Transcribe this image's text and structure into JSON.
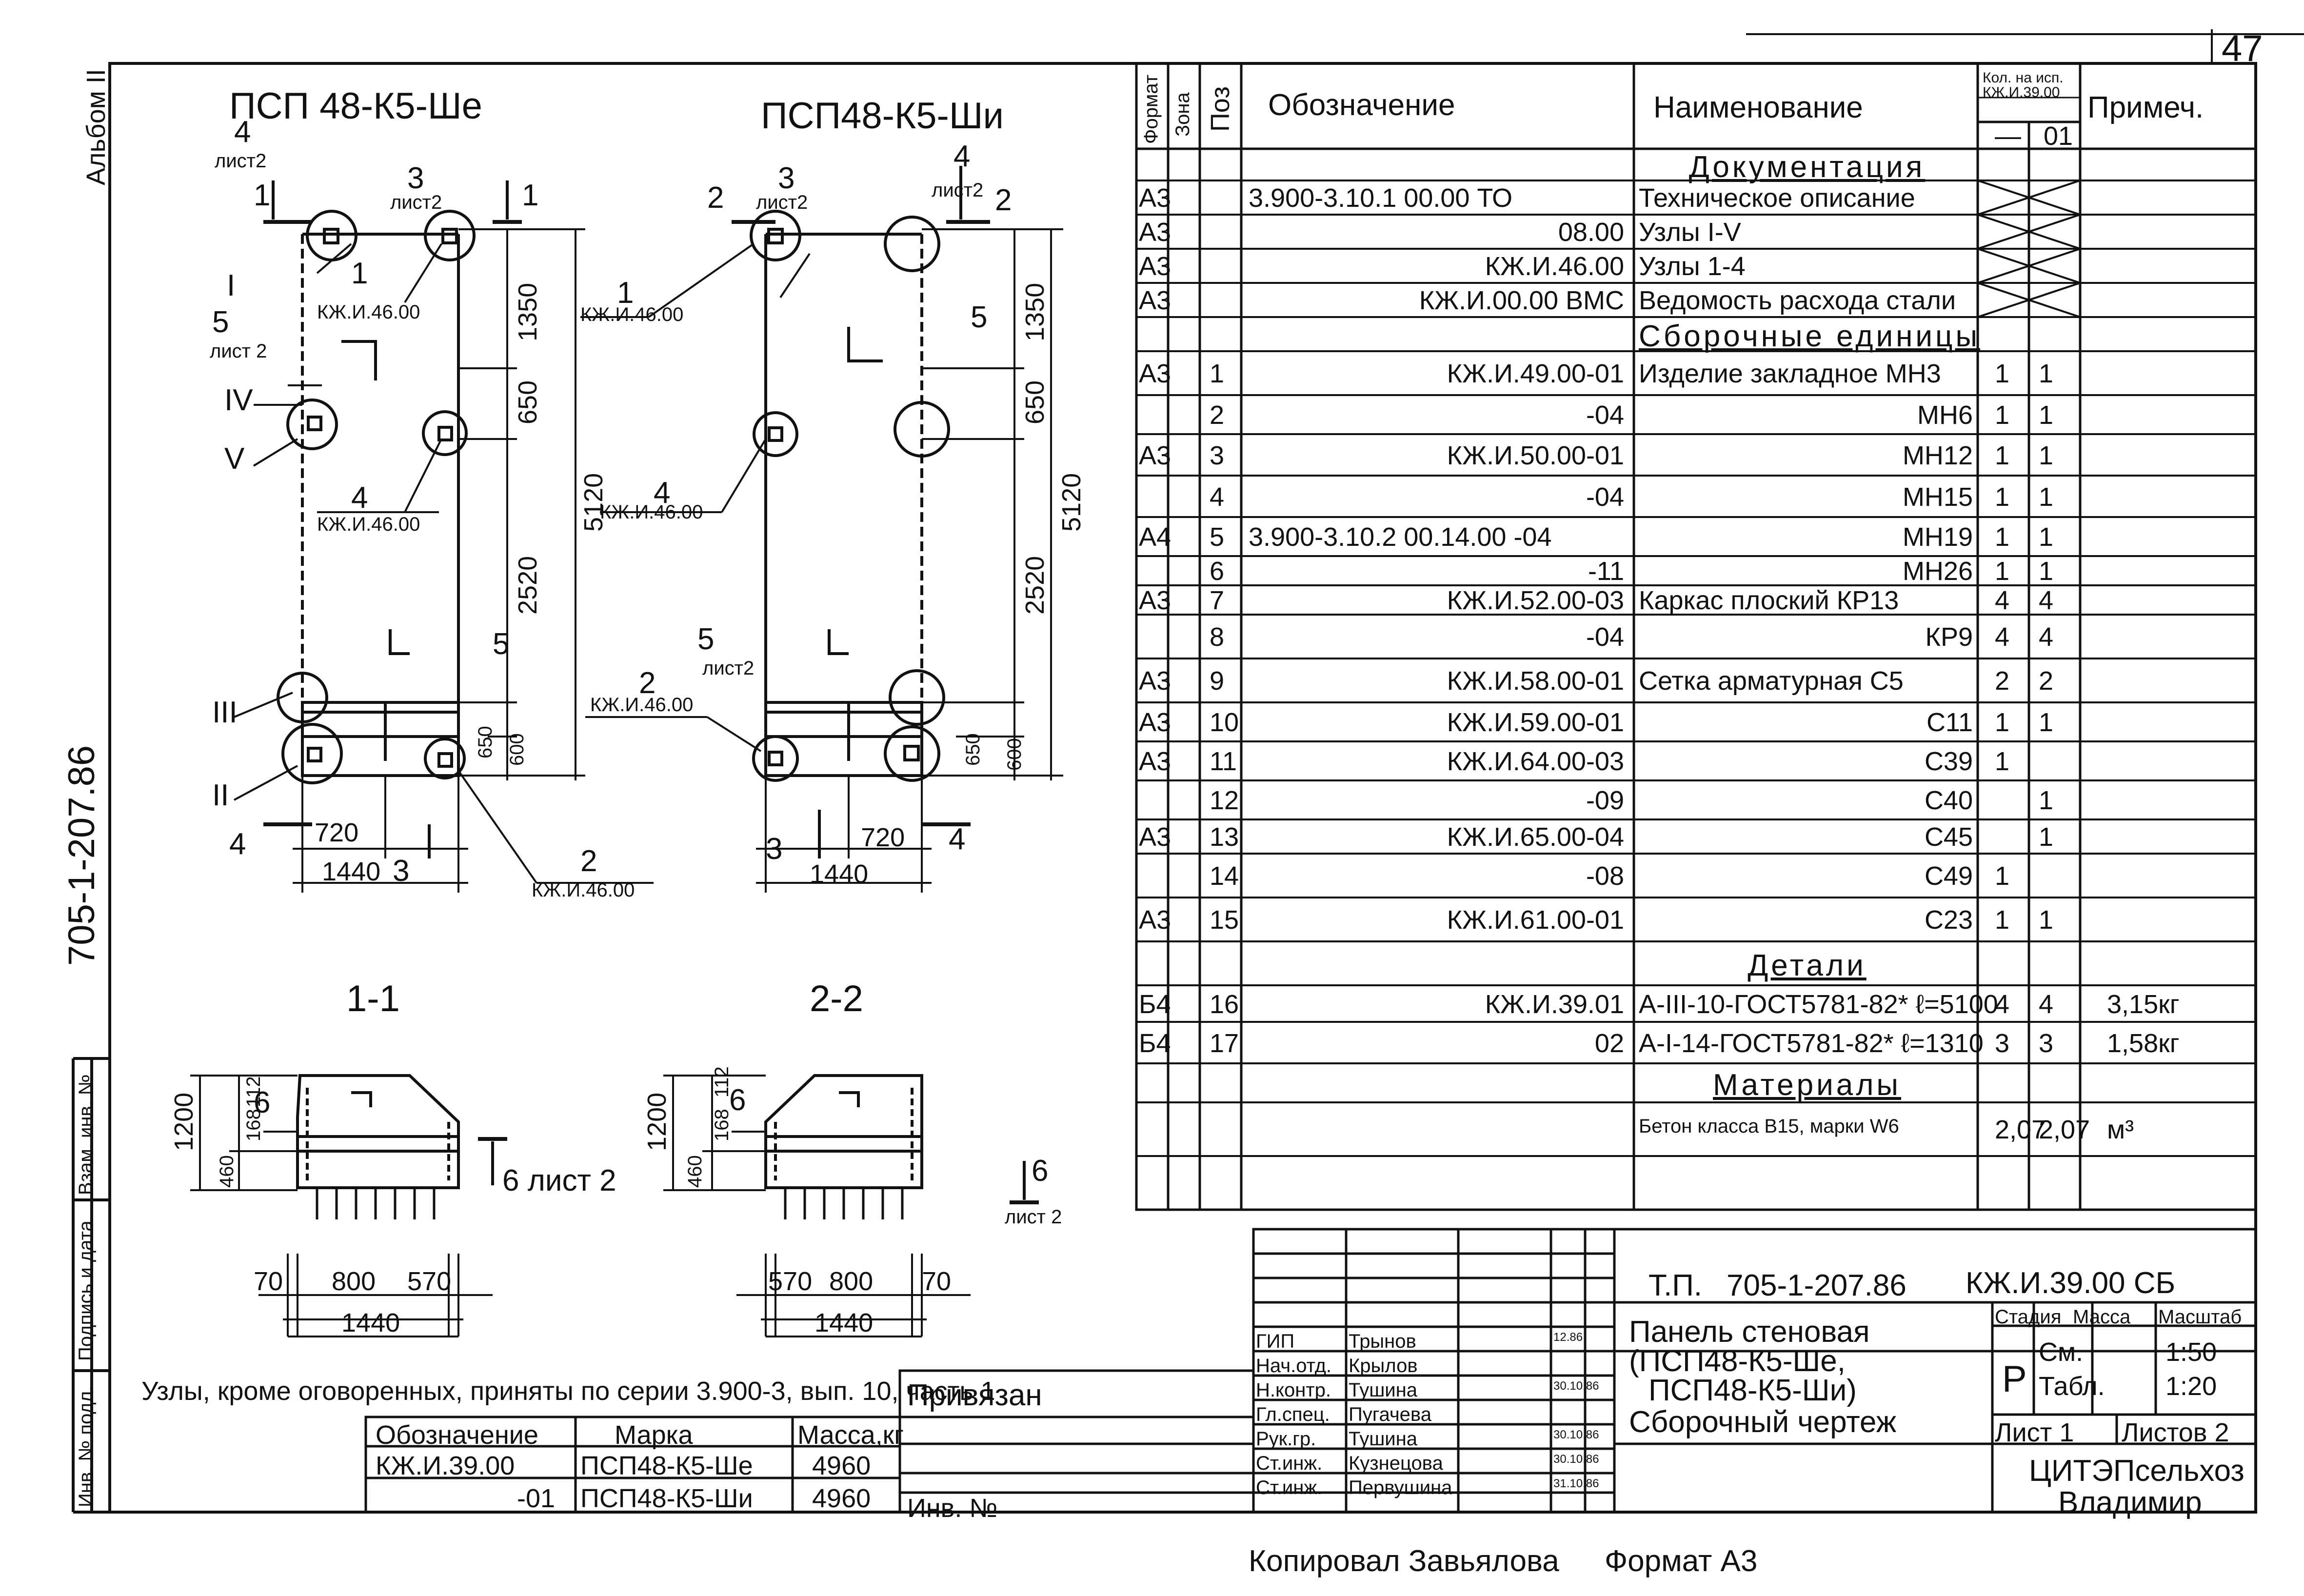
{
  "sheet_number": "47",
  "album": "Альбом II",
  "series_side": "705-1-207.86",
  "views": {
    "left_title": "ПСП 48-К5-Ше",
    "right_title": "ПСП48-К5-Ши",
    "section_1": "1-1",
    "section_2": "2-2",
    "labels": {
      "list2": "лист 2",
      "list2b": "лист2",
      "mark1": "1",
      "mark2": "2",
      "mark3": "3",
      "mark4": "4",
      "mark5": "5",
      "mark6": "6",
      "node_I": "I",
      "node_II": "II",
      "node_III": "III",
      "node_IV": "IV",
      "node_V": "V",
      "ref_46": "КЖ.И.46.00",
      "dims": {
        "d1350": "1350",
        "d650": "650",
        "d5120": "5120",
        "d2520": "2520",
        "d600": "600",
        "d720": "720",
        "d1440": "1440",
        "d1200": "1200",
        "d460": "460",
        "d168": "168",
        "d112": "112",
        "d70": "70",
        "d800": "800",
        "d570": "570"
      },
      "sec6_left": "6 лист 2",
      "sec6_right_a": "6",
      "sec6_right_b": "лист 2"
    }
  },
  "spec": {
    "headers": {
      "format": "Формат",
      "zone": "Зона",
      "pos": "Поз",
      "designation": "Обозначение",
      "name": "Наименование",
      "qty_title": "Кол. на исп.",
      "qty_doc": "КЖ.И.39.00",
      "qty_col1": "—",
      "qty_col2": "01",
      "note": "Примеч."
    },
    "rows": [
      {
        "section": "Документация"
      },
      {
        "fmt": "А3",
        "pos": "",
        "des": "3.900-3.10.1 00.00 ТО",
        "name": "Техническое описание",
        "q1": "",
        "q2": "",
        "note": "",
        "cross": true
      },
      {
        "fmt": "А3",
        "pos": "",
        "des": "08.00",
        "name": "Узлы I-V",
        "q1": "",
        "q2": "",
        "note": "",
        "cross": true
      },
      {
        "fmt": "А3",
        "pos": "",
        "des": "КЖ.И.46.00",
        "name": "Узлы 1-4",
        "q1": "",
        "q2": "",
        "note": "",
        "cross": true
      },
      {
        "fmt": "А3",
        "pos": "",
        "des": "КЖ.И.00.00 ВМС",
        "name": "Ведомость расхода стали",
        "q1": "",
        "q2": "",
        "note": "",
        "cross": true
      },
      {
        "section": "Сборочные единицы"
      },
      {
        "fmt": "А3",
        "pos": "1",
        "des": "КЖ.И.49.00-01",
        "name": "Изделие закладное МН3",
        "q1": "1",
        "q2": "1",
        "note": ""
      },
      {
        "fmt": "",
        "pos": "2",
        "des": "-04",
        "name": "МН6",
        "q1": "1",
        "q2": "1",
        "note": ""
      },
      {
        "fmt": "А3",
        "pos": "3",
        "des": "КЖ.И.50.00-01",
        "name": "МН12",
        "q1": "1",
        "q2": "1",
        "note": ""
      },
      {
        "fmt": "",
        "pos": "4",
        "des": "-04",
        "name": "МН15",
        "q1": "1",
        "q2": "1",
        "note": ""
      },
      {
        "fmt": "А4",
        "pos": "5",
        "des": "3.900-3.10.2 00.14.00 -04",
        "name": "МН19",
        "q1": "1",
        "q2": "1",
        "note": ""
      },
      {
        "fmt": "",
        "pos": "6",
        "des": "-11",
        "name": "МН26",
        "q1": "1",
        "q2": "1",
        "note": ""
      },
      {
        "fmt": "А3",
        "pos": "7",
        "des": "КЖ.И.52.00-03",
        "name": "Каркас плоский КР13",
        "q1": "4",
        "q2": "4",
        "note": ""
      },
      {
        "fmt": "",
        "pos": "8",
        "des": "-04",
        "name": "КР9",
        "q1": "4",
        "q2": "4",
        "note": ""
      },
      {
        "fmt": "А3",
        "pos": "9",
        "des": "КЖ.И.58.00-01",
        "name": "Сетка арматурная С5",
        "q1": "2",
        "q2": "2",
        "note": ""
      },
      {
        "fmt": "А3",
        "pos": "10",
        "des": "КЖ.И.59.00-01",
        "name": "С11",
        "q1": "1",
        "q2": "1",
        "note": ""
      },
      {
        "fmt": "А3",
        "pos": "11",
        "des": "КЖ.И.64.00-03",
        "name": "С39",
        "q1": "1",
        "q2": "",
        "note": ""
      },
      {
        "fmt": "",
        "pos": "12",
        "des": "-09",
        "name": "С40",
        "q1": "",
        "q2": "1",
        "note": ""
      },
      {
        "fmt": "А3",
        "pos": "13",
        "des": "КЖ.И.65.00-04",
        "name": "С45",
        "q1": "",
        "q2": "1",
        "note": ""
      },
      {
        "fmt": "",
        "pos": "14",
        "des": "-08",
        "name": "С49",
        "q1": "1",
        "q2": "",
        "note": ""
      },
      {
        "fmt": "А3",
        "pos": "15",
        "des": "КЖ.И.61.00-01",
        "name": "С23",
        "q1": "1",
        "q2": "1",
        "note": ""
      },
      {
        "section": "Детали"
      },
      {
        "fmt": "Б4",
        "pos": "16",
        "des": "КЖ.И.39.01",
        "name": "А-III-10-ГОСТ5781-82* ℓ=5100",
        "q1": "4",
        "q2": "4",
        "note": "3,15кг"
      },
      {
        "fmt": "Б4",
        "pos": "17",
        "des": "02",
        "name": "А-I-14-ГОСТ5781-82* ℓ=1310",
        "q1": "3",
        "q2": "3",
        "note": "1,58кг"
      },
      {
        "section": "Материалы"
      },
      {
        "fmt": "",
        "pos": "",
        "des": "",
        "name": "Бетон класса В15, марки W6",
        "q1": "2,07",
        "q2": "2,07",
        "note": "м³"
      }
    ]
  },
  "notes_line": "Узлы, кроме оговоренных, приняты по серии 3.900-3, вып. 10, часть 1",
  "marks_table": {
    "headers": [
      "Обозначение",
      "Марка",
      "Масса,кг"
    ],
    "rows": [
      [
        "КЖ.И.39.00",
        "ПСП48-К5-Ше",
        "4960"
      ],
      [
        "-01",
        "ПСП48-К5-Ши",
        "4960"
      ]
    ]
  },
  "privyazan": "Привязан",
  "inv_no": "Инв. №",
  "stamp": {
    "tp": "Т.П.",
    "project": "705-1-207.86",
    "code": "КЖ.И.39.00 СБ",
    "title": [
      "Панель стеновая",
      "(ПСП48-К5-Ше,",
      "ПСП48-К5-Ши)",
      "Сборочный чертеж"
    ],
    "stage_head": "Стадия",
    "mass_head": "Масса",
    "scale_head": "Масштаб",
    "stage": "Р",
    "mass": "См. табл.",
    "mass_a": "См.",
    "mass_b": "Табл.",
    "scale1": "1:50",
    "scale2": "1:20",
    "sheet": "Лист 1",
    "sheets": "Листов 2",
    "org1": "ЦИТЭПсельхоз",
    "org2": "Владимир",
    "people": [
      {
        "role": "ГИП",
        "name": "Трынов",
        "date": "12.86"
      },
      {
        "role": "Нач.отд.",
        "name": "Крылов",
        "date": ""
      },
      {
        "role": "Н.контр.",
        "name": "Тушина",
        "date": "30.10.86"
      },
      {
        "role": "Гл.спец.",
        "name": "Пугачева",
        "date": ""
      },
      {
        "role": "Рук.гр.",
        "name": "Тушина",
        "date": "30.10.86"
      },
      {
        "role": "Ст.инж.",
        "name": "Кузнецова",
        "date": "30.10.86"
      },
      {
        "role": "Ст.инж.",
        "name": "Первушина",
        "date": "31.10.86"
      }
    ]
  },
  "side_stamp": [
    "Инв. № подл.",
    "Подпись и дата",
    "Взам. инв. №"
  ],
  "footer": {
    "copied": "Копировал Завьялова",
    "format": "Формат А3"
  }
}
